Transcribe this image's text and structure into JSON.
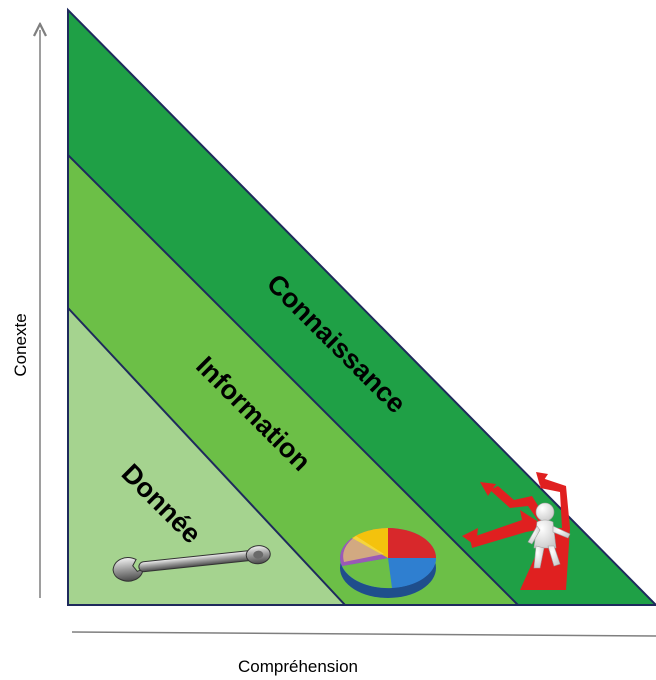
{
  "axes": {
    "y_label": "Conexte",
    "x_label": "Compréhension"
  },
  "layers": [
    {
      "label": "Donnée",
      "color": "#a5d38f",
      "icon": "wrench-icon"
    },
    {
      "label": "Information",
      "color": "#6cbf47",
      "icon": "pie-chart-icon"
    },
    {
      "label": "Connaissance",
      "color": "#1fa046",
      "icon": "person-crossroads-icon"
    }
  ],
  "colors": {
    "outline": "#1e2a5c",
    "axis": "#7f7f7f"
  }
}
